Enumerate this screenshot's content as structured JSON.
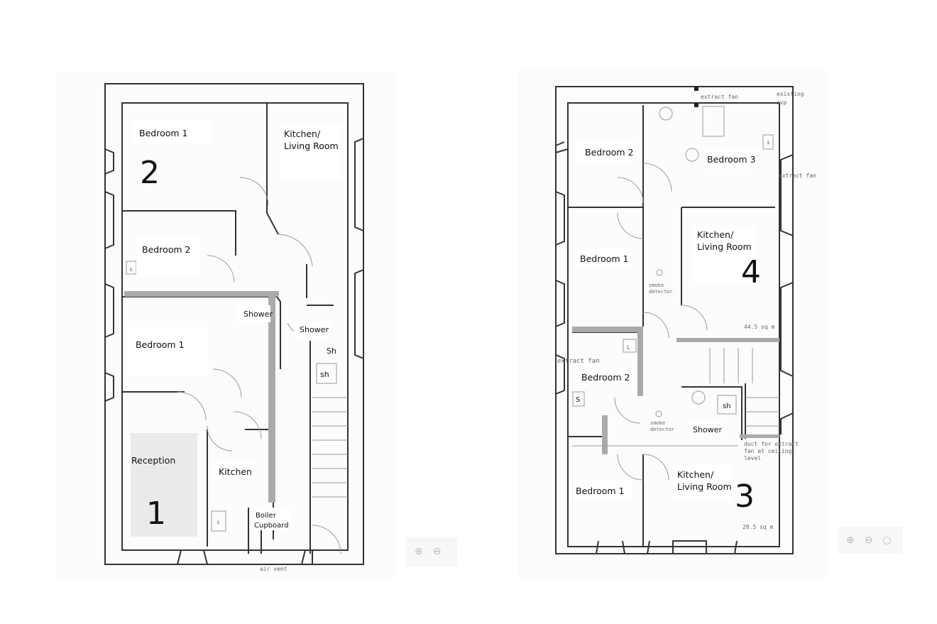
{
  "plan_left": {
    "unit_labels": [
      "1",
      "2"
    ],
    "rooms": {
      "bedroom1_top": "Bedroom 1",
      "kitchen_living_top": [
        "Kitchen/",
        "Living Room"
      ],
      "bedroom2": "Bedroom 2",
      "shower_a": "Shower",
      "shower_b": "Shower",
      "bedroom1_mid": "Bedroom 1",
      "reception": "Reception",
      "kitchen": "Kitchen",
      "boiler": [
        "Boiler",
        "Cupboard"
      ]
    },
    "small_marks": {
      "s1": "s",
      "s2": "s",
      "sh1": "Sh",
      "sh2": "sh"
    },
    "notes": {
      "air_vent": "air vent"
    }
  },
  "plan_right": {
    "unit_labels": [
      "3",
      "4"
    ],
    "rooms": {
      "bedroom2_top": "Bedroom 2",
      "bedroom3": "Bedroom 3",
      "bedroom1_top": "Bedroom 1",
      "kitchen_living_top": [
        "Kitchen/",
        "Living Room"
      ],
      "bedroom2_low": "Bedroom 2",
      "shower": "Shower",
      "bedroom1_low": "Bedroom 1",
      "kitchen_living_low": [
        "Kitchen/",
        "Living Room"
      ]
    },
    "notes": {
      "extract_fan_top": "extract fan",
      "existing_svp": [
        "existing",
        "svp"
      ],
      "extract_fan_right": "extract fan",
      "extract_fan_left": "extract fan",
      "smoke_detector_1": [
        "smoke",
        "detector"
      ],
      "smoke_detector_2": [
        "smoke",
        "detector"
      ],
      "duct": [
        "duct for extract",
        "fan at ceiling",
        "level"
      ],
      "area_top": "44.5 sq m",
      "area_low": "28.5 sq m"
    },
    "small_marks": {
      "s": "s",
      "S": "S",
      "L": "L",
      "sh": "sh"
    }
  },
  "zoom_controls": {
    "left": [
      "zoom-in-icon",
      "zoom-out-icon"
    ],
    "right": [
      "zoom-in-icon",
      "zoom-out-icon",
      "search-icon"
    ],
    "glyphs": {
      "zoom_in": "⊕",
      "zoom_out": "⊖",
      "search": "○"
    }
  }
}
